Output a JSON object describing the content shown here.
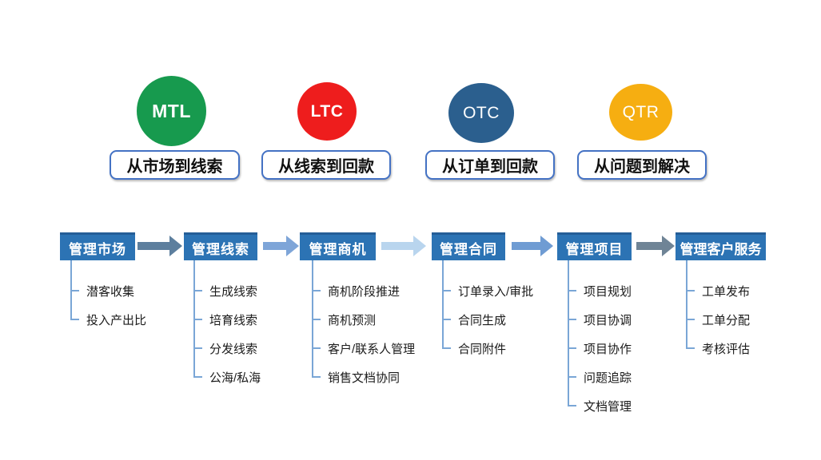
{
  "stages": [
    {
      "code": "MTL",
      "label": "从市场到线索",
      "color": "#179a4e"
    },
    {
      "code": "LTC",
      "label": "从线索到回款",
      "color": "#ee1d1d"
    },
    {
      "code": "OTC",
      "label": "从订单到回款",
      "color": "#2b5f8e"
    },
    {
      "code": "QTR",
      "label": "从问题到解决",
      "color": "#f6ae11"
    }
  ],
  "flow": {
    "box_color": "#2c73b4",
    "label_border_color": "#4472c4",
    "tree_line_color": "#7aa6d6",
    "arrow_colors": [
      "#5d7f9e",
      "#7ea5d8",
      "#b9d5ee",
      "#6f9cd3",
      "#6f8496"
    ],
    "columns": [
      {
        "title": "管理市场",
        "items": [
          "潜客收集",
          "投入产出比"
        ]
      },
      {
        "title": "管理线索",
        "items": [
          "生成线索",
          "培育线索",
          "分发线索",
          "公海/私海"
        ]
      },
      {
        "title": "管理商机",
        "items": [
          "商机阶段推进",
          "商机预测",
          "客户/联系人管理",
          "销售文档协同"
        ]
      },
      {
        "title": "管理合同",
        "items": [
          "订单录入/审批",
          "合同生成",
          "合同附件"
        ]
      },
      {
        "title": "管理项目",
        "items": [
          "项目规划",
          "项目协调",
          "项目协作",
          "问题追踪",
          "文档管理"
        ]
      },
      {
        "title": "管理客户服务",
        "items": [
          "工单发布",
          "工单分配",
          "考核评估"
        ]
      }
    ]
  }
}
